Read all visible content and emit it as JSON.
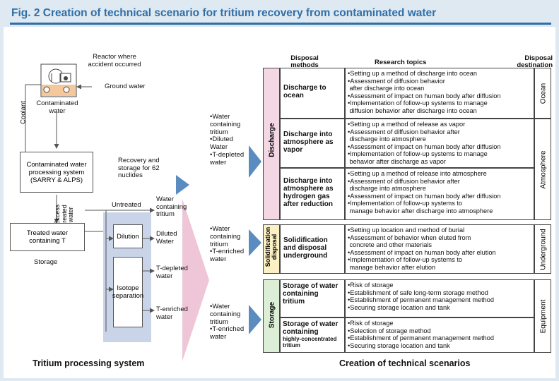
{
  "title": "Fig. 2 Creation of technical scenario for tritium recovery from contaminated water",
  "left": {
    "reactor": "Reactor where accident occurred",
    "ground_water": "Ground water",
    "contaminated_water": "Contaminated water",
    "coolant": "Coolant",
    "processing_system": "Contaminated water processing system (SARRY & ALPS)",
    "recovery": "Recovery and storage for 62 nuclides",
    "excess": "Excess treated water",
    "untreated": "Untreated",
    "water_tritium": "Water containing tritium",
    "dilution": "Dilution",
    "diluted_water": "Diluted Water",
    "treated_water": "Treated water containing T",
    "storage": "Storage",
    "isotope": "Isotope separation",
    "t_depleted": "T-depleted water",
    "t_enriched": "T-enriched water",
    "caption": "Tritium processing system"
  },
  "inputs": {
    "discharge": [
      "•Water containing tritium",
      "•Diluted Water",
      "•T-depleted water"
    ],
    "solid": [
      "•Water containing tritium",
      "•T-enriched water"
    ],
    "storage": [
      "•Water containing tritium",
      "•T-enriched water"
    ]
  },
  "table": {
    "h_methods": "Disposal methods",
    "h_topics": "Research topics",
    "h_dest": "Disposal destination",
    "cat_discharge": "Discharge",
    "cat_solid": "Solidification disposal",
    "cat_storage": "Storage",
    "rows": [
      {
        "method": "Discharge to ocean",
        "topics": "•Setting up a method of discharge into ocean\n•Assessment of diffusion behavior\n after discharge into ocean\n•Assessment of impact on human body after diffusion\n•Implementation of follow-up systems to manage\n diffusion behavior after discharge into ocean"
      },
      {
        "method": "Discharge into atmosphere as vapor",
        "topics": "•Setting up a method of release as vapor\n•Assessment of diffusion behavior after\n discharge into atmosphere\n•Assessment of impact on human body after diffusion\n•Implementation of follow-up systems to manage\n behavior after discharge as vapor"
      },
      {
        "method": "Discharge into atmosphere as hydrogen gas after reduction",
        "topics": "•Setting up a method of release into atmosphere\n•Assessment of diffusion behavior after\n discharge into atmosphere\n•Assessment of impact on human body after diffusion\n•Implementation of follow-up systems to\n manage behavior after discharge into atmosphere"
      },
      {
        "method": "Solidification and disposal underground",
        "topics": "•Setting up location and method of burial\n•Assessment of behavior when eluted from\n concrete and other materials\n•Assessment of impact on human body after elution\n•Implementation of follow-up systems to\n manage behavior after elution"
      },
      {
        "method": "Storage of water containing tritium",
        "topics": "•Risk of storage\n•Establishment of safe long-term storage method\n•Establishment of permanent management method\n•Securing storage location and tank"
      },
      {
        "method": "Storage of water containing",
        "method_small": "highly-concentrated tritium",
        "topics": "•Risk of storage\n•Selection of storage method\n•Establishment of permanent management method\n•Securing storage location and tank"
      }
    ],
    "dest_ocean": "Ocean",
    "dest_atmosphere": "Atmosphere",
    "dest_underground": "Underground",
    "dest_equipment": "Equipment",
    "caption": "Creation of technical scenarios"
  },
  "colors": {
    "title_blue": "#2f6fa8",
    "frame_bg": "#dfe9f2",
    "discharge_pink": "#f3d7e3",
    "solid_yellow": "#fbf1c4",
    "storage_green": "#dcefd6",
    "isotope_blue": "#c9d4e8",
    "big_arrow": "#eec6d8",
    "blue_arrow": "#5b8cc0"
  }
}
